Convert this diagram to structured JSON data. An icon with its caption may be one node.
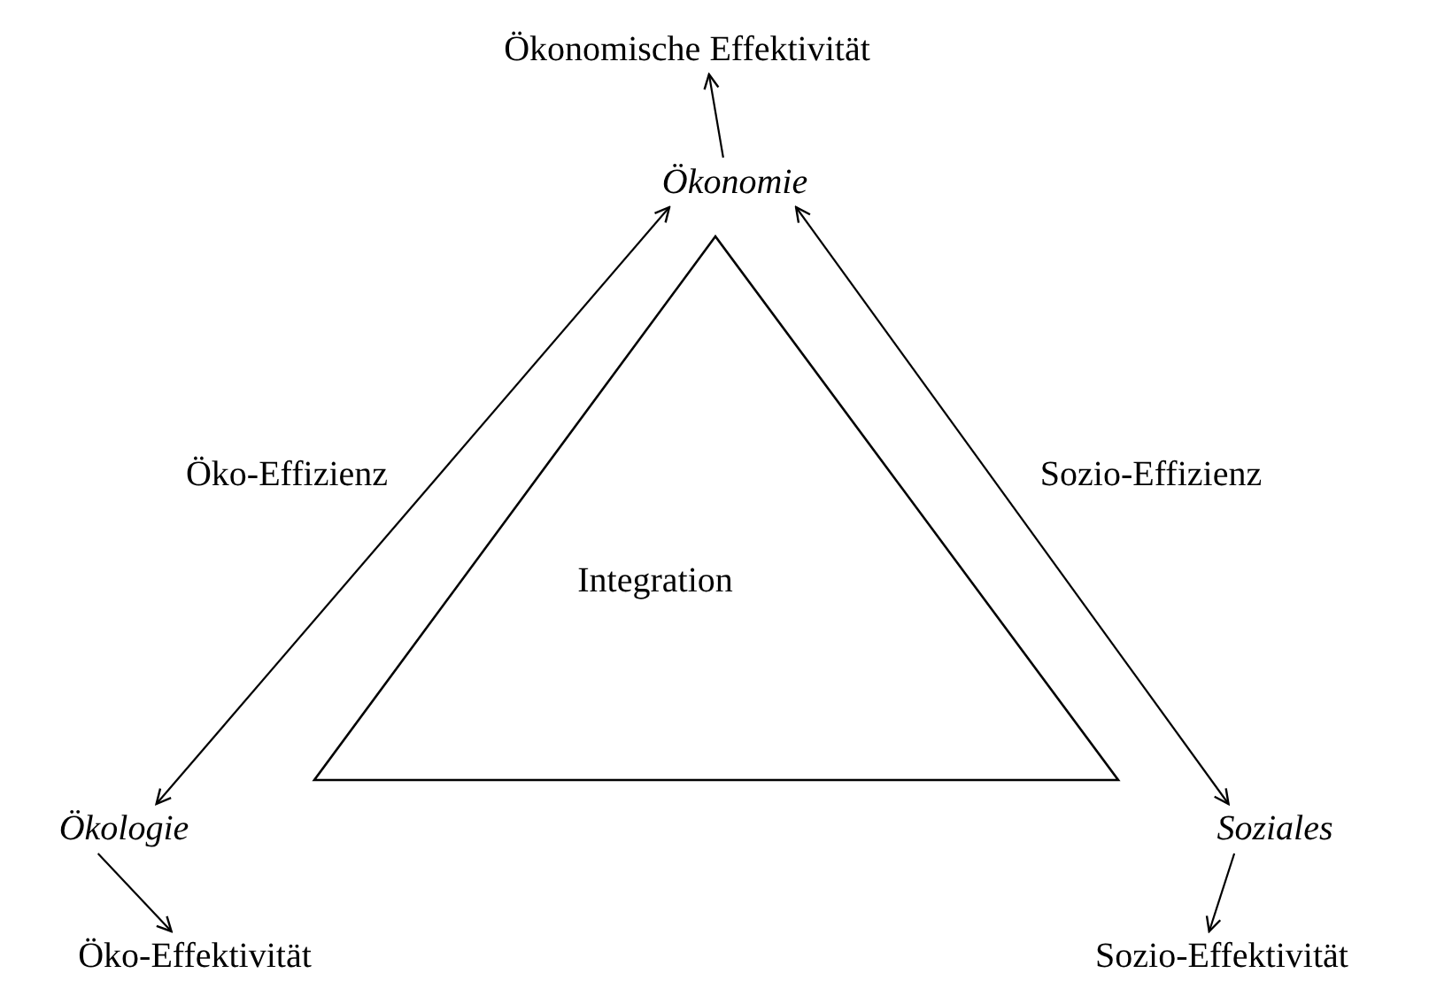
{
  "diagram": {
    "nodes": [
      {
        "text": [
          "Ökonomische Effektivität"
        ]
      },
      {
        "text": [
          "Ökonomie"
        ]
      },
      {
        "text": [
          "Integration"
        ]
      },
      {
        "text": [
          "Ökologie"
        ]
      },
      {
        "text": [
          "Soziales"
        ]
      },
      {
        "text": [
          "Öko-Effektivität"
        ]
      },
      {
        "text": [
          "Sozio-Effektivität"
        ]
      }
    ],
    "edges": [
      {
        "from": 1,
        "to": 0,
        "arrow": "to"
      },
      {
        "from": 3,
        "to": 1,
        "arrow": "both",
        "label": "Öko-Effizienz"
      },
      {
        "from": 1,
        "to": 4,
        "arrow": "both",
        "label": "Sozio-Effizienz"
      },
      {
        "from": 3,
        "to": 5,
        "arrow": "to"
      },
      {
        "from": 4,
        "to": 6,
        "arrow": "to"
      }
    ]
  }
}
